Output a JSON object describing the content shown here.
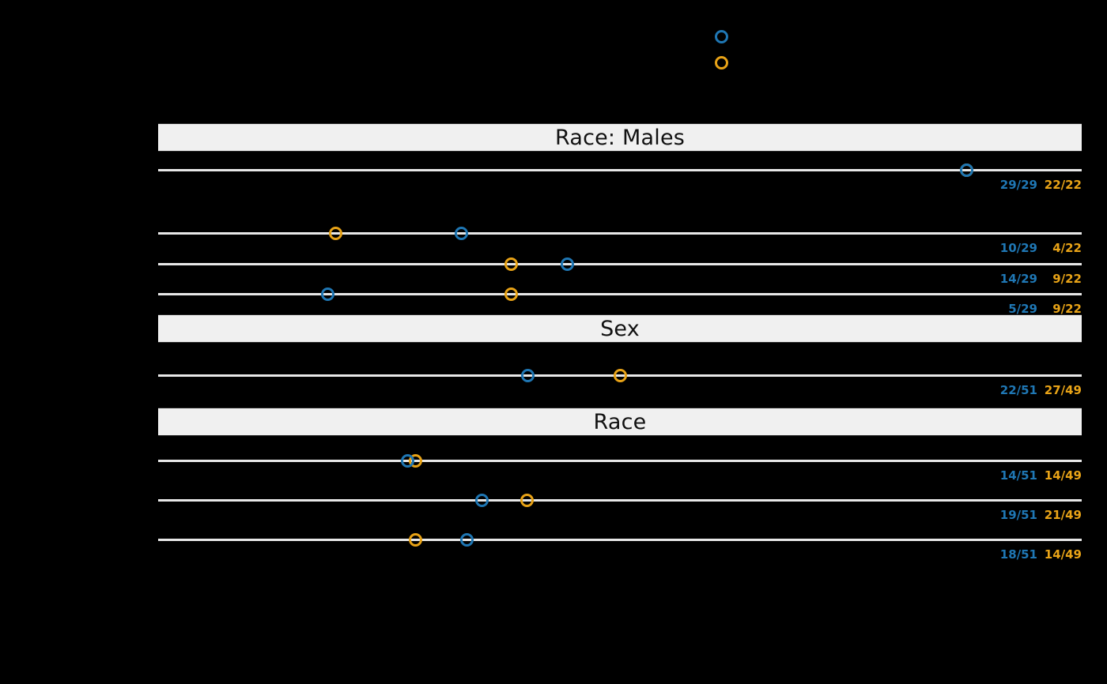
{
  "chart_data": {
    "type": "scatter",
    "title": "",
    "xlabel": "",
    "ylabel": "",
    "xlim": [
      0,
      1
    ],
    "grid": false,
    "legend_position": "top-center",
    "legend": [
      {
        "name": "series-1",
        "color": "#1f77b4",
        "label": ""
      },
      {
        "name": "series-2",
        "color": "#e8a317",
        "label": ""
      }
    ],
    "colors": {
      "blue": "#1f77b4",
      "orange": "#e8a317",
      "band": "#f0f0f0",
      "line": "#e8e8e8",
      "background": "#000000"
    },
    "sections": [
      {
        "header": "Race: Males",
        "rows": [
          {
            "label": "",
            "blue_x": 0.875,
            "orange_x": 0.875,
            "blue_frac": "29/29",
            "orange_frac": "22/22"
          },
          {
            "label": "",
            "blue_x": 0.328,
            "orange_x": 0.192,
            "blue_frac": "10/29",
            "orange_frac": "4/22"
          },
          {
            "label": "",
            "blue_x": 0.443,
            "orange_x": 0.382,
            "blue_frac": "14/29",
            "orange_frac": "9/22"
          },
          {
            "label": "",
            "blue_x": 0.184,
            "orange_x": 0.382,
            "blue_frac": "5/29",
            "orange_frac": "9/22"
          }
        ]
      },
      {
        "header": "Sex",
        "rows": [
          {
            "label": "",
            "blue_x": 0.4,
            "orange_x": 0.5,
            "blue_frac": "22/51",
            "orange_frac": "27/49"
          }
        ]
      },
      {
        "header": "Race",
        "rows": [
          {
            "label": "",
            "blue_x": 0.27,
            "orange_x": 0.279,
            "blue_frac": "14/51",
            "orange_frac": "14/49"
          },
          {
            "label": "",
            "blue_x": 0.351,
            "orange_x": 0.399,
            "blue_frac": "19/51",
            "orange_frac": "21/49"
          },
          {
            "label": "",
            "blue_x": 0.334,
            "orange_x": 0.279,
            "blue_frac": "18/51",
            "orange_frac": "14/49"
          }
        ]
      }
    ]
  },
  "legend": {
    "blue_label": "",
    "orange_label": ""
  }
}
